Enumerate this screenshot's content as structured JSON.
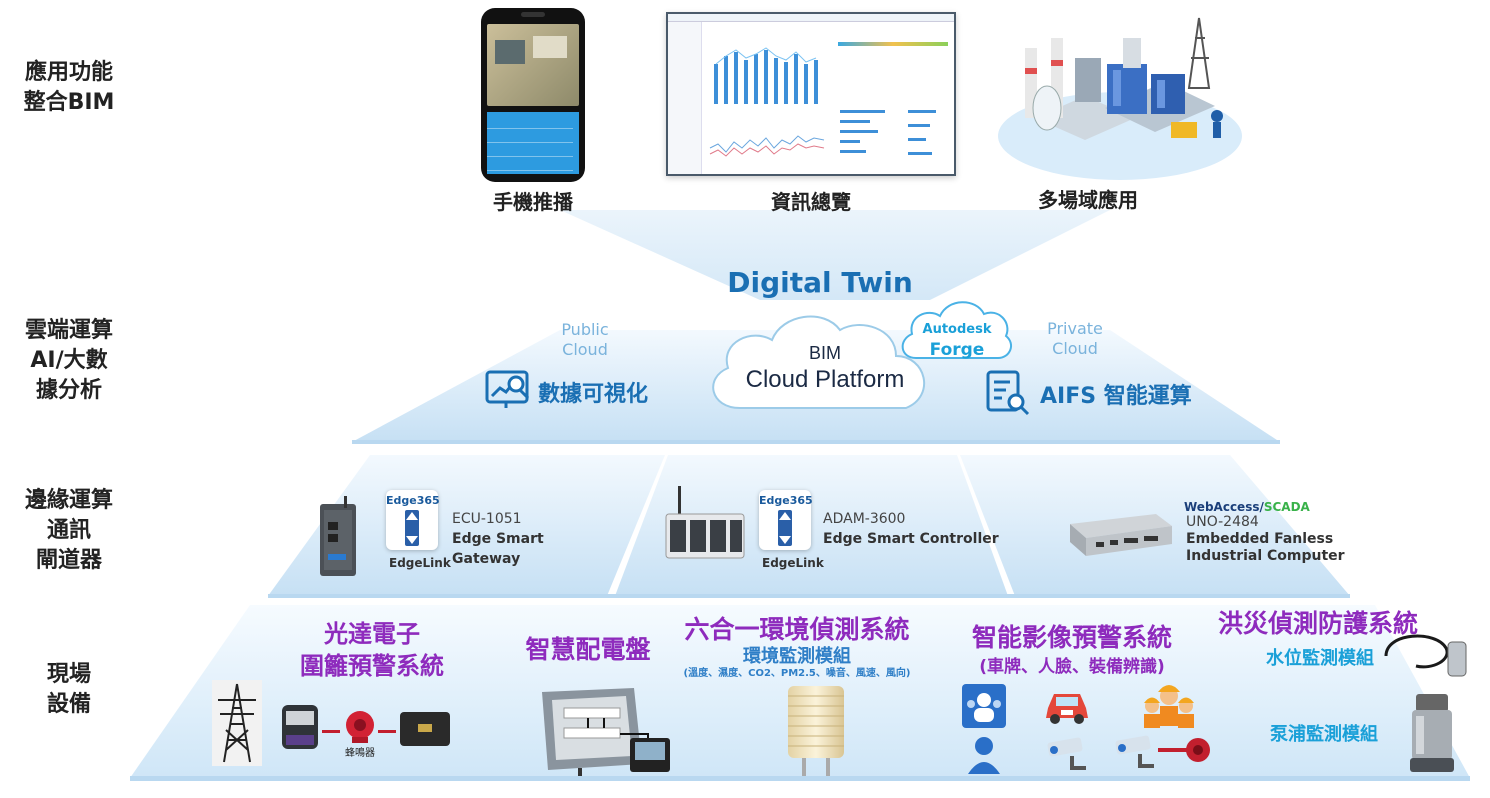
{
  "layers": {
    "app": [
      "應用功能",
      "整合BIM"
    ],
    "cloud": [
      "雲端運算",
      "AI/大數",
      "據分析"
    ],
    "edge": [
      "邊緣運算",
      "通訊",
      "閘道器"
    ],
    "field": [
      "現場",
      "設備"
    ]
  },
  "top": {
    "mobile_caption": "手機推播",
    "dashboard_caption": "資訊總覽",
    "multisite_caption": "多場域應用"
  },
  "cloud": {
    "digital_twin": "Digital Twin",
    "public_cloud": [
      "Public",
      "Cloud"
    ],
    "private_cloud": [
      "Private",
      "Cloud"
    ],
    "bim_label": "BIM",
    "platform_label": "Cloud Platform",
    "autodesk": "Autodesk",
    "forge": "Forge",
    "data_viz": "數據可視化",
    "aifs": "AIFS 智能運算"
  },
  "edge": {
    "ecu": {
      "badge": "Edge365",
      "link": "EdgeLink",
      "model": "ECU-1051",
      "line1": "Edge Smart",
      "line2": "Gateway"
    },
    "adam": {
      "badge": "Edge365",
      "link": "EdgeLink",
      "model": "ADAM-3600",
      "line1": "Edge Smart Controller"
    },
    "uno": {
      "brand_a": "WebAccess/",
      "brand_b": "SCADA",
      "model": "UNO-2484",
      "line1": "Embedded Fanless",
      "line2": "Industrial Computer"
    }
  },
  "field": {
    "fence": [
      "光達電子",
      "圍籬預警系統"
    ],
    "fence_device_label": "蜂鳴器",
    "panel": "智慧配電盤",
    "env_title": "六合一環境偵測系統",
    "env_sub": "環境監測模組",
    "env_detail": "(溫度、濕度、CO2、PM2.5、噪音、風速、風向)",
    "video_title": "智能影像預警系統",
    "video_sub": "(車牌、人臉、裝備辨識)",
    "flood_title": "洪災偵測防護系統",
    "water_level": "水位監測模組",
    "pump": "泵浦監測模組"
  },
  "colors": {
    "brand_blue": "#1a6fb3",
    "purple": "#8e2bbd",
    "cyan": "#1aa0d8",
    "layer_light": "#dcecf9"
  }
}
